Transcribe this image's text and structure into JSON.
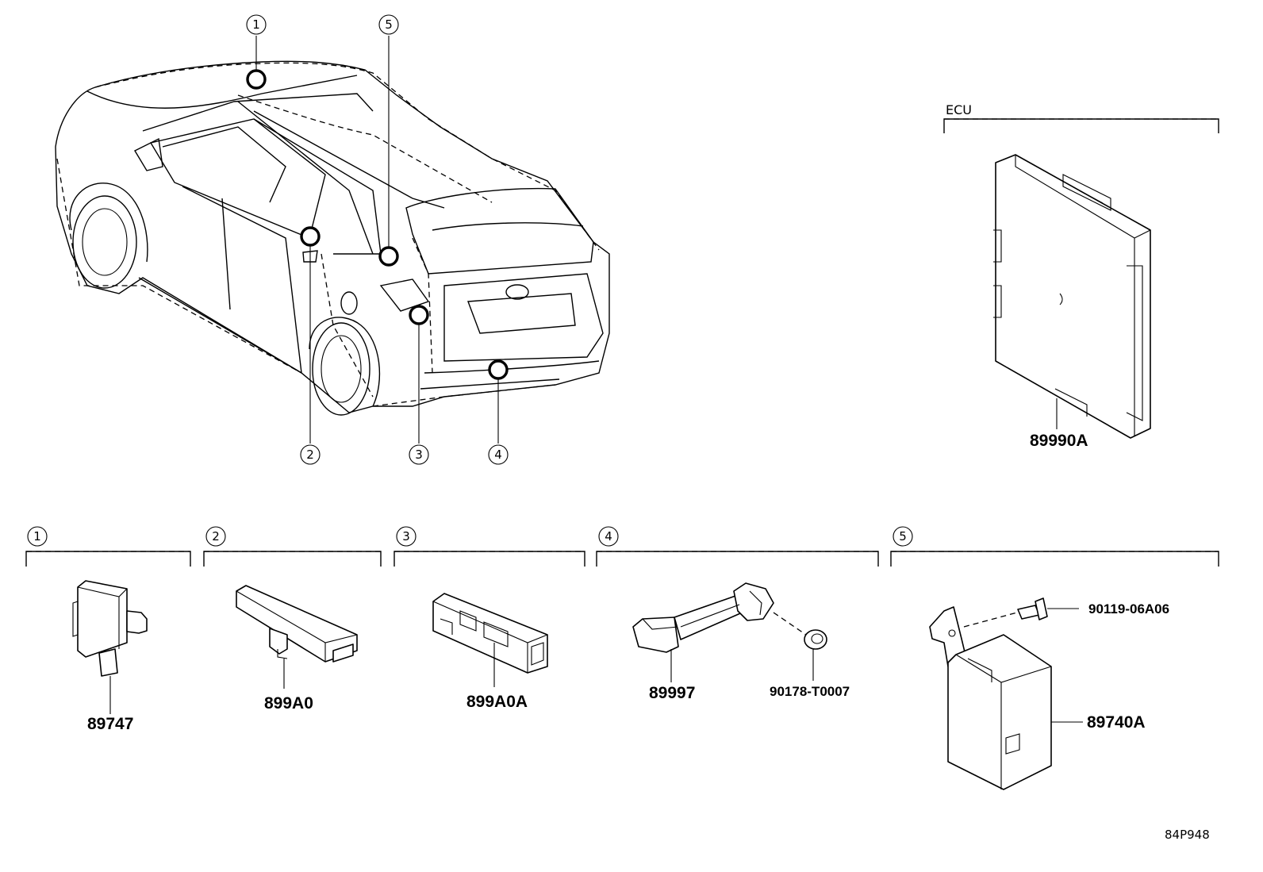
{
  "ecu_label": "ECU",
  "callouts": [
    "1",
    "2",
    "3",
    "4",
    "5"
  ],
  "groups": [
    {
      "number": "1",
      "parts": [
        "89747"
      ]
    },
    {
      "number": "2",
      "parts": [
        "899A0"
      ]
    },
    {
      "number": "3",
      "parts": [
        "899A0A"
      ]
    },
    {
      "number": "4",
      "parts": [
        "89997",
        "90178-T0007"
      ]
    },
    {
      "number": "5",
      "parts": [
        "90119-06A06",
        "89740A"
      ]
    }
  ],
  "ecu_part": "89990A",
  "diagram_code": "84P948"
}
